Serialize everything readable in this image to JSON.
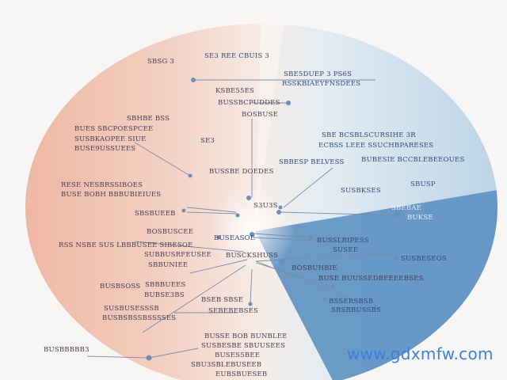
{
  "colors": {
    "left_tint": "#eeb7a3",
    "right_tint": "#bcd4e6",
    "wedge": "#5f93c2",
    "line": "#7b8ca8",
    "node": "#6e8fb8"
  },
  "labels": [
    "SBSG 3",
    "SE3 REE CBUIS 3",
    "SBE5DUEP 3 PS6S",
    "RSSKBIAEYFNSDEES",
    "KSBE55ES",
    "BUSSBCPUDDES",
    "BOSBUSE",
    "SBHBE BSS",
    "BUES SBCPOESPCEE",
    "SUSBKAOPEE SIUE",
    "BUSE9USSUEES",
    "SBE BCSBLSCURSIHE 3R",
    "ECBSS LEEE SSUCHBPARESES",
    "SE3",
    "BUBESIE BCCBLEBEEOUES",
    "SBBESP BELVESS",
    "BUSSBE DOEDES",
    "RESE NESBRSSIBOES",
    "BUSE BOBH BBBUBIEIUES",
    "SUSBKSES",
    "SBUSP",
    "S3U3S",
    "SBEBAE",
    "BUKSE",
    "SBSBUEEB",
    "RSS NSBE SUS LBBBUSEE SIBESOE",
    "SUBBUSRFEUSEE",
    "BOSBUSCEE",
    "BUSSLBIPESS",
    "BUSEASOE",
    "SUSEE",
    "BUSCKSHUSS",
    "SBBUNIEE",
    "BOSBUHBIE",
    "BUSE BUUSSEDBEEEEBSES",
    "SUSBESEOS",
    "BUSBSOSS",
    "SBBBUEES",
    "BUBSE3BS",
    "BSEB SBSE",
    "SUSBUSESSSB",
    "BUSBSBSSBSSSSES",
    "SEBEBEBSES",
    "BSSERSBSB",
    "SBSBBUSSBS",
    "BUSSE BOB BUNBLEE",
    "SUSBESBE SBUUSEES",
    "BUSES5BEE",
    "SBU3SBLEBUSEEB",
    "EUBSBUESEB",
    "BUSBBBBB3"
  ],
  "watermark": "www.gdxmfw.com"
}
